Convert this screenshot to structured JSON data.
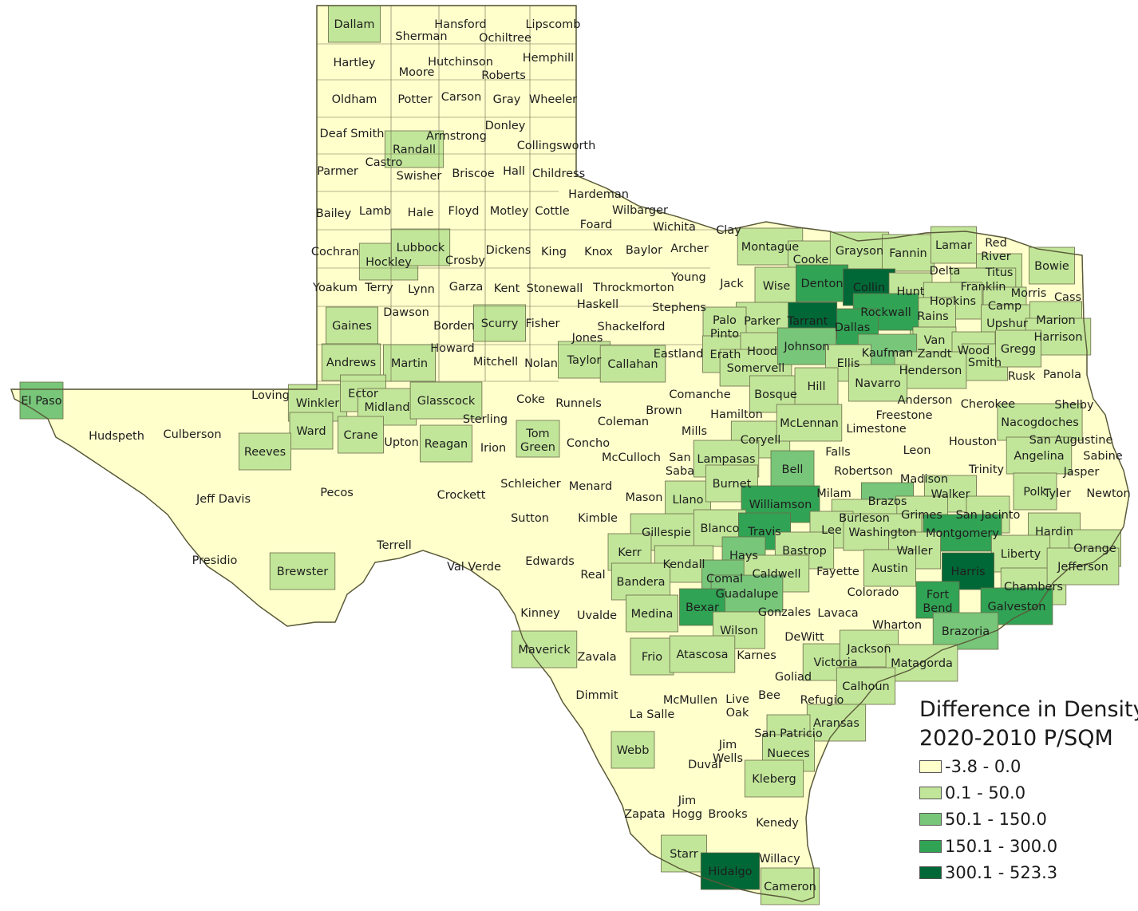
{
  "legend": {
    "title_line1": "Difference in Density",
    "title_line2": "2020-2010 P/SQM",
    "classes": [
      {
        "label": "-3.8 - 0.0",
        "color": "#ffffcc"
      },
      {
        "label": "0.1 - 50.0",
        "color": "#c2e699"
      },
      {
        "label": "50.1 - 150.0",
        "color": "#78c679"
      },
      {
        "label": "150.1 - 300.0",
        "color": "#31a354"
      },
      {
        "label": "300.1 - 523.3",
        "color": "#006837"
      }
    ]
  },
  "counties": [
    {
      "name": "Dallam",
      "cls": 1
    },
    {
      "name": "Sherman",
      "cls": 0
    },
    {
      "name": "Hansford",
      "cls": 0
    },
    {
      "name": "Ochiltree",
      "cls": 0
    },
    {
      "name": "Lipscomb",
      "cls": 0
    },
    {
      "name": "Hartley",
      "cls": 0
    },
    {
      "name": "Moore",
      "cls": 0
    },
    {
      "name": "Hutchinson",
      "cls": 0
    },
    {
      "name": "Roberts",
      "cls": 0
    },
    {
      "name": "Hemphill",
      "cls": 0
    },
    {
      "name": "Oldham",
      "cls": 0
    },
    {
      "name": "Potter",
      "cls": 0
    },
    {
      "name": "Carson",
      "cls": 0
    },
    {
      "name": "Gray",
      "cls": 0
    },
    {
      "name": "Wheeler",
      "cls": 0
    },
    {
      "name": "Deaf Smith",
      "cls": 0
    },
    {
      "name": "Randall",
      "cls": 1
    },
    {
      "name": "Armstrong",
      "cls": 0
    },
    {
      "name": "Donley",
      "cls": 0
    },
    {
      "name": "Collingsworth",
      "cls": 0
    },
    {
      "name": "Parmer",
      "cls": 0
    },
    {
      "name": "Castro",
      "cls": 0
    },
    {
      "name": "Swisher",
      "cls": 0
    },
    {
      "name": "Briscoe",
      "cls": 0
    },
    {
      "name": "Hall",
      "cls": 0
    },
    {
      "name": "Childress",
      "cls": 0
    },
    {
      "name": "Hardeman",
      "cls": 0
    },
    {
      "name": "Bailey",
      "cls": 0
    },
    {
      "name": "Lamb",
      "cls": 0
    },
    {
      "name": "Hale",
      "cls": 0
    },
    {
      "name": "Floyd",
      "cls": 0
    },
    {
      "name": "Motley",
      "cls": 0
    },
    {
      "name": "Cottle",
      "cls": 0
    },
    {
      "name": "Wilbarger",
      "cls": 0
    },
    {
      "name": "Foard",
      "cls": 0
    },
    {
      "name": "Wichita",
      "cls": 0
    },
    {
      "name": "Clay",
      "cls": 0
    },
    {
      "name": "Cochran",
      "cls": 0
    },
    {
      "name": "Hockley",
      "cls": 1
    },
    {
      "name": "Lubbock",
      "cls": 1
    },
    {
      "name": "Crosby",
      "cls": 0
    },
    {
      "name": "Dickens",
      "cls": 0
    },
    {
      "name": "King",
      "cls": 0
    },
    {
      "name": "Knox",
      "cls": 0
    },
    {
      "name": "Baylor",
      "cls": 0
    },
    {
      "name": "Archer",
      "cls": 0
    },
    {
      "name": "Montague",
      "cls": 1
    },
    {
      "name": "Cooke",
      "cls": 1
    },
    {
      "name": "Grayson",
      "cls": 1
    },
    {
      "name": "Fannin",
      "cls": 1
    },
    {
      "name": "Lamar",
      "cls": 1
    },
    {
      "name": "Red River",
      "cls": 0
    },
    {
      "name": "Bowie",
      "cls": 1
    },
    {
      "name": "Yoakum",
      "cls": 0
    },
    {
      "name": "Terry",
      "cls": 0
    },
    {
      "name": "Lynn",
      "cls": 0
    },
    {
      "name": "Garza",
      "cls": 0
    },
    {
      "name": "Kent",
      "cls": 0
    },
    {
      "name": "Stonewall",
      "cls": 0
    },
    {
      "name": "Throckmorton",
      "cls": 0
    },
    {
      "name": "Haskell",
      "cls": 0
    },
    {
      "name": "Young",
      "cls": 0
    },
    {
      "name": "Jack",
      "cls": 0
    },
    {
      "name": "Wise",
      "cls": 1
    },
    {
      "name": "Denton",
      "cls": 3
    },
    {
      "name": "Collin",
      "cls": 4
    },
    {
      "name": "Hunt",
      "cls": 1
    },
    {
      "name": "Delta",
      "cls": 0
    },
    {
      "name": "Titus",
      "cls": 1
    },
    {
      "name": "Franklin",
      "cls": 1
    },
    {
      "name": "Morris",
      "cls": 0
    },
    {
      "name": "Cass",
      "cls": 0
    },
    {
      "name": "Hopkins",
      "cls": 1
    },
    {
      "name": "Camp",
      "cls": 1
    },
    {
      "name": "Rains",
      "cls": 1
    },
    {
      "name": "Rockwall",
      "cls": 3
    },
    {
      "name": "Dallas",
      "cls": 3
    },
    {
      "name": "Tarrant",
      "cls": 4
    },
    {
      "name": "Parker",
      "cls": 1
    },
    {
      "name": "Palo Pinto",
      "cls": 1
    },
    {
      "name": "Stephens",
      "cls": 0
    },
    {
      "name": "Shackelford",
      "cls": 0
    },
    {
      "name": "Jones",
      "cls": 0
    },
    {
      "name": "Gaines",
      "cls": 1
    },
    {
      "name": "Dawson",
      "cls": 0
    },
    {
      "name": "Borden",
      "cls": 0
    },
    {
      "name": "Scurry",
      "cls": 1
    },
    {
      "name": "Fisher",
      "cls": 0
    },
    {
      "name": "Upshur",
      "cls": 1
    },
    {
      "name": "Marion",
      "cls": 1
    },
    {
      "name": "Harrison",
      "cls": 1
    },
    {
      "name": "Van Zandt",
      "cls": 1
    },
    {
      "name": "Andrews",
      "cls": 1
    },
    {
      "name": "Martin",
      "cls": 1
    },
    {
      "name": "Howard",
      "cls": 0
    },
    {
      "name": "Mitchell",
      "cls": 0
    },
    {
      "name": "Nolan",
      "cls": 0
    },
    {
      "name": "Taylor",
      "cls": 1
    },
    {
      "name": "Callahan",
      "cls": 1
    },
    {
      "name": "Eastland",
      "cls": 0
    },
    {
      "name": "Erath",
      "cls": 1
    },
    {
      "name": "Hood",
      "cls": 1
    },
    {
      "name": "Somervell",
      "cls": 1
    },
    {
      "name": "Johnson",
      "cls": 2
    },
    {
      "name": "Kaufman",
      "cls": 2
    },
    {
      "name": "Ellis",
      "cls": 1
    },
    {
      "name": "Wood",
      "cls": 1
    },
    {
      "name": "Smith",
      "cls": 1
    },
    {
      "name": "Gregg",
      "cls": 1
    },
    {
      "name": "Henderson",
      "cls": 1
    },
    {
      "name": "Rusk",
      "cls": 0
    },
    {
      "name": "Panola",
      "cls": 0
    },
    {
      "name": "El Paso",
      "cls": 2
    },
    {
      "name": "Loving",
      "cls": 0
    },
    {
      "name": "Winkler",
      "cls": 1
    },
    {
      "name": "Ector",
      "cls": 1
    },
    {
      "name": "Midland",
      "cls": 1
    },
    {
      "name": "Glasscock",
      "cls": 1
    },
    {
      "name": "Sterling",
      "cls": 0
    },
    {
      "name": "Coke",
      "cls": 0
    },
    {
      "name": "Runnels",
      "cls": 0
    },
    {
      "name": "Coleman",
      "cls": 0
    },
    {
      "name": "Brown",
      "cls": 0
    },
    {
      "name": "Comanche",
      "cls": 0
    },
    {
      "name": "Hamilton",
      "cls": 0
    },
    {
      "name": "Bosque",
      "cls": 1
    },
    {
      "name": "Hill",
      "cls": 1
    },
    {
      "name": "Navarro",
      "cls": 1
    },
    {
      "name": "Anderson",
      "cls": 0
    },
    {
      "name": "Cherokee",
      "cls": 0
    },
    {
      "name": "Shelby",
      "cls": 0
    },
    {
      "name": "Hudspeth",
      "cls": 0
    },
    {
      "name": "Culberson",
      "cls": 0
    },
    {
      "name": "Ward",
      "cls": 1
    },
    {
      "name": "Crane",
      "cls": 1
    },
    {
      "name": "Upton",
      "cls": 0
    },
    {
      "name": "Reagan",
      "cls": 1
    },
    {
      "name": "Irion",
      "cls": 0
    },
    {
      "name": "Tom Green",
      "cls": 1
    },
    {
      "name": "Concho",
      "cls": 0
    },
    {
      "name": "McCulloch",
      "cls": 0
    },
    {
      "name": "Mills",
      "cls": 0
    },
    {
      "name": "Coryell",
      "cls": 1
    },
    {
      "name": "McLennan",
      "cls": 1
    },
    {
      "name": "Freestone",
      "cls": 0
    },
    {
      "name": "Limestone",
      "cls": 0
    },
    {
      "name": "Nacogdoches",
      "cls": 1
    },
    {
      "name": "Reeves",
      "cls": 1
    },
    {
      "name": "San Saba",
      "cls": 0
    },
    {
      "name": "Lampasas",
      "cls": 1
    },
    {
      "name": "Falls",
      "cls": 0
    },
    {
      "name": "Leon",
      "cls": 0
    },
    {
      "name": "Houston",
      "cls": 0
    },
    {
      "name": "San Augustine",
      "cls": 0
    },
    {
      "name": "Angelina",
      "cls": 1
    },
    {
      "name": "Sabine",
      "cls": 0
    },
    {
      "name": "Jeff Davis",
      "cls": 0
    },
    {
      "name": "Pecos",
      "cls": 0
    },
    {
      "name": "Crockett",
      "cls": 0
    },
    {
      "name": "Schleicher",
      "cls": 0
    },
    {
      "name": "Menard",
      "cls": 0
    },
    {
      "name": "Mason",
      "cls": 0
    },
    {
      "name": "Llano",
      "cls": 1
    },
    {
      "name": "Burnet",
      "cls": 1
    },
    {
      "name": "Bell",
      "cls": 2
    },
    {
      "name": "Robertson",
      "cls": 0
    },
    {
      "name": "Madison",
      "cls": 0
    },
    {
      "name": "Trinity",
      "cls": 0
    },
    {
      "name": "Polk",
      "cls": 1
    },
    {
      "name": "Tyler",
      "cls": 0
    },
    {
      "name": "Jasper",
      "cls": 0
    },
    {
      "name": "Newton",
      "cls": 0
    },
    {
      "name": "Williamson",
      "cls": 3
    },
    {
      "name": "Milam",
      "cls": 0
    },
    {
      "name": "Brazos",
      "cls": 2
    },
    {
      "name": "Walker",
      "cls": 1
    },
    {
      "name": "Grimes",
      "cls": 1
    },
    {
      "name": "San Jacinto",
      "cls": 1
    },
    {
      "name": "Sutton",
      "cls": 0
    },
    {
      "name": "Kimble",
      "cls": 0
    },
    {
      "name": "Gillespie",
      "cls": 1
    },
    {
      "name": "Blanco",
      "cls": 1
    },
    {
      "name": "Travis",
      "cls": 3
    },
    {
      "name": "Burleson",
      "cls": 1
    },
    {
      "name": "Lee",
      "cls": 1
    },
    {
      "name": "Washington",
      "cls": 1
    },
    {
      "name": "Montgomery",
      "cls": 3
    },
    {
      "name": "Hardin",
      "cls": 1
    },
    {
      "name": "Presidio",
      "cls": 0
    },
    {
      "name": "Terrell",
      "cls": 0
    },
    {
      "name": "Brewster",
      "cls": 1
    },
    {
      "name": "Val Verde",
      "cls": 0
    },
    {
      "name": "Edwards",
      "cls": 0
    },
    {
      "name": "Real",
      "cls": 0
    },
    {
      "name": "Kerr",
      "cls": 1
    },
    {
      "name": "Kendall",
      "cls": 1
    },
    {
      "name": "Hays",
      "cls": 2
    },
    {
      "name": "Bastrop",
      "cls": 1
    },
    {
      "name": "Waller",
      "cls": 1
    },
    {
      "name": "Liberty",
      "cls": 1
    },
    {
      "name": "Orange",
      "cls": 1
    },
    {
      "name": "Bandera",
      "cls": 1
    },
    {
      "name": "Comal",
      "cls": 2
    },
    {
      "name": "Caldwell",
      "cls": 1
    },
    {
      "name": "Fayette",
      "cls": 0
    },
    {
      "name": "Austin",
      "cls": 1
    },
    {
      "name": "Harris",
      "cls": 4
    },
    {
      "name": "Chambers",
      "cls": 1
    },
    {
      "name": "Jefferson",
      "cls": 1
    },
    {
      "name": "Guadalupe",
      "cls": 2
    },
    {
      "name": "Kinney",
      "cls": 0
    },
    {
      "name": "Uvalde",
      "cls": 0
    },
    {
      "name": "Medina",
      "cls": 1
    },
    {
      "name": "Bexar",
      "cls": 3
    },
    {
      "name": "Gonzales",
      "cls": 0
    },
    {
      "name": "Lavaca",
      "cls": 0
    },
    {
      "name": "Colorado",
      "cls": 0
    },
    {
      "name": "Fort Bend",
      "cls": 3
    },
    {
      "name": "Galveston",
      "cls": 3
    },
    {
      "name": "Wilson",
      "cls": 1
    },
    {
      "name": "DeWitt",
      "cls": 0
    },
    {
      "name": "Wharton",
      "cls": 0
    },
    {
      "name": "Brazoria",
      "cls": 2
    },
    {
      "name": "Maverick",
      "cls": 1
    },
    {
      "name": "Zavala",
      "cls": 0
    },
    {
      "name": "Frio",
      "cls": 1
    },
    {
      "name": "Atascosa",
      "cls": 1
    },
    {
      "name": "Karnes",
      "cls": 0
    },
    {
      "name": "Victoria",
      "cls": 1
    },
    {
      "name": "Jackson",
      "cls": 1
    },
    {
      "name": "Matagorda",
      "cls": 1
    },
    {
      "name": "Goliad",
      "cls": 0
    },
    {
      "name": "Calhoun",
      "cls": 1
    },
    {
      "name": "Dimmit",
      "cls": 0
    },
    {
      "name": "La Salle",
      "cls": 0
    },
    {
      "name": "McMullen",
      "cls": 0
    },
    {
      "name": "Live Oak",
      "cls": 0
    },
    {
      "name": "Bee",
      "cls": 0
    },
    {
      "name": "Refugio",
      "cls": 0
    },
    {
      "name": "Aransas",
      "cls": 1
    },
    {
      "name": "San Patricio",
      "cls": 1
    },
    {
      "name": "Webb",
      "cls": 1
    },
    {
      "name": "Jim Wells",
      "cls": 0
    },
    {
      "name": "Nueces",
      "cls": 1
    },
    {
      "name": "Duval",
      "cls": 0
    },
    {
      "name": "Kleberg",
      "cls": 1
    },
    {
      "name": "Jim Hogg",
      "cls": 0
    },
    {
      "name": "Zapata",
      "cls": 0
    },
    {
      "name": "Brooks",
      "cls": 0
    },
    {
      "name": "Kenedy",
      "cls": 0
    },
    {
      "name": "Starr",
      "cls": 1
    },
    {
      "name": "Willacy",
      "cls": 0
    },
    {
      "name": "Hidalgo",
      "cls": 4
    },
    {
      "name": "Cameron",
      "cls": 1
    }
  ]
}
